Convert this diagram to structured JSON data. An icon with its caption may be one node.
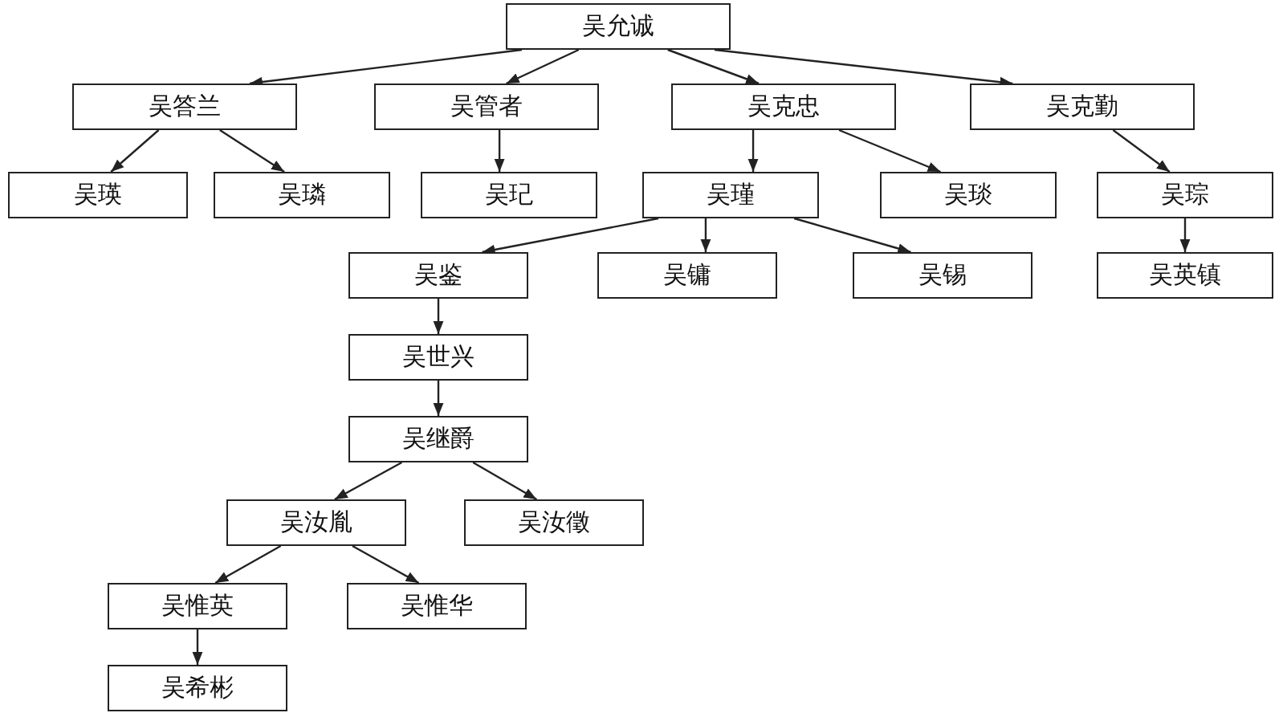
{
  "diagram": {
    "nodes": [
      {
        "text": [
          "吴允诚"
        ]
      },
      {
        "text": [
          "吴答兰"
        ]
      },
      {
        "text": [
          "吴管者"
        ]
      },
      {
        "text": [
          "吴克忠"
        ]
      },
      {
        "text": [
          "吴克勤"
        ]
      },
      {
        "text": [
          "吴瑛"
        ]
      },
      {
        "text": [
          "吴璘"
        ]
      },
      {
        "text": [
          "吴玘"
        ]
      },
      {
        "text": [
          "吴瑾"
        ]
      },
      {
        "text": [
          "吴琰"
        ]
      },
      {
        "text": [
          "吴琮"
        ]
      },
      {
        "text": [
          "吴鉴"
        ]
      },
      {
        "text": [
          "吴镛"
        ]
      },
      {
        "text": [
          "吴锡"
        ]
      },
      {
        "text": [
          "吴英镇"
        ]
      },
      {
        "text": [
          "吴世兴"
        ]
      },
      {
        "text": [
          "吴继爵"
        ]
      },
      {
        "text": [
          "吴汝胤"
        ]
      },
      {
        "text": [
          "吴汝徵"
        ]
      },
      {
        "text": [
          "吴惟英"
        ]
      },
      {
        "text": [
          "吴惟华"
        ]
      },
      {
        "text": [
          "吴希彬"
        ]
      }
    ],
    "edges": [
      {
        "from": 0,
        "to": 1,
        "arrow": "to"
      },
      {
        "from": 0,
        "to": 2,
        "arrow": "to"
      },
      {
        "from": 0,
        "to": 3,
        "arrow": "to"
      },
      {
        "from": 0,
        "to": 4,
        "arrow": "to"
      },
      {
        "from": 1,
        "to": 5,
        "arrow": "to"
      },
      {
        "from": 1,
        "to": 6,
        "arrow": "to"
      },
      {
        "from": 2,
        "to": 7,
        "arrow": "to"
      },
      {
        "from": 3,
        "to": 8,
        "arrow": "to"
      },
      {
        "from": 3,
        "to": 9,
        "arrow": "to"
      },
      {
        "from": 4,
        "to": 10,
        "arrow": "to"
      },
      {
        "from": 8,
        "to": 11,
        "arrow": "to"
      },
      {
        "from": 8,
        "to": 12,
        "arrow": "to"
      },
      {
        "from": 8,
        "to": 13,
        "arrow": "to"
      },
      {
        "from": 10,
        "to": 14,
        "arrow": "to"
      },
      {
        "from": 11,
        "to": 15,
        "arrow": "to"
      },
      {
        "from": 15,
        "to": 16,
        "arrow": "to"
      },
      {
        "from": 16,
        "to": 17,
        "arrow": "to"
      },
      {
        "from": 16,
        "to": 18,
        "arrow": "to"
      },
      {
        "from": 17,
        "to": 19,
        "arrow": "to"
      },
      {
        "from": 17,
        "to": 20,
        "arrow": "to"
      },
      {
        "from": 19,
        "to": 21,
        "arrow": "to"
      }
    ]
  }
}
